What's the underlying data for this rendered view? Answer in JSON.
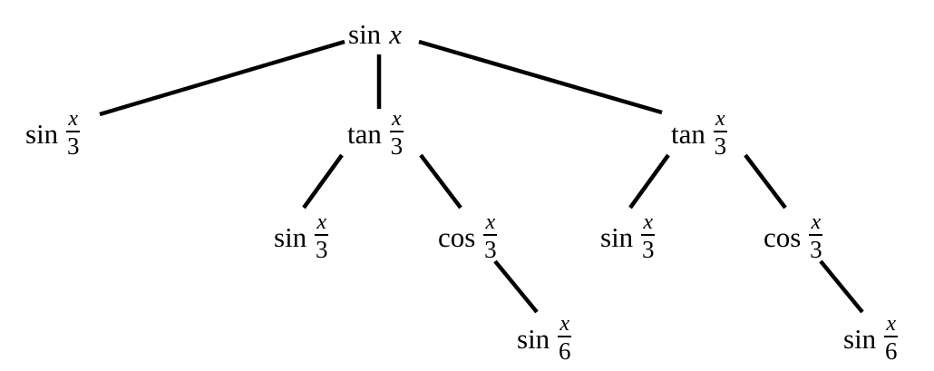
{
  "tree": {
    "root": {
      "func": "sin",
      "arg": "x"
    },
    "level1": [
      {
        "func": "sin",
        "numerator": "x",
        "denominator": "3"
      },
      {
        "func": "tan",
        "numerator": "x",
        "denominator": "3"
      },
      {
        "func": "tan",
        "numerator": "x",
        "denominator": "3"
      }
    ],
    "level2": [
      {
        "func": "sin",
        "numerator": "x",
        "denominator": "3"
      },
      {
        "func": "cos",
        "numerator": "x",
        "denominator": "3"
      },
      {
        "func": "sin",
        "numerator": "x",
        "denominator": "3"
      },
      {
        "func": "cos",
        "numerator": "x",
        "denominator": "3"
      }
    ],
    "level3": [
      {
        "func": "sin",
        "numerator": "x",
        "denominator": "6"
      },
      {
        "func": "sin",
        "numerator": "x",
        "denominator": "6"
      }
    ],
    "edges": [
      [
        "root",
        "level1.0"
      ],
      [
        "root",
        "level1.1"
      ],
      [
        "root",
        "level1.2"
      ],
      [
        "level1.1",
        "level2.0"
      ],
      [
        "level1.1",
        "level2.1"
      ],
      [
        "level1.2",
        "level2.2"
      ],
      [
        "level1.2",
        "level2.3"
      ],
      [
        "level2.1",
        "level3.0"
      ],
      [
        "level2.3",
        "level3.1"
      ]
    ]
  }
}
